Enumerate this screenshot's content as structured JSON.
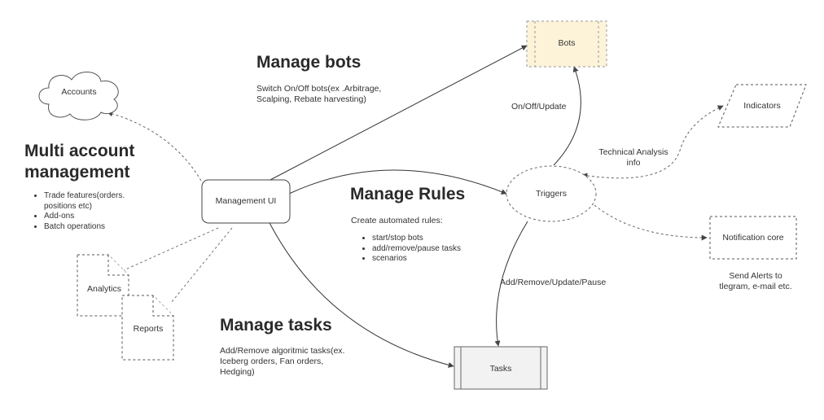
{
  "nodes": {
    "bots": "Bots",
    "accounts": "Accounts",
    "indicators": "Indicators",
    "management_ui": "Management UI",
    "triggers": "Triggers",
    "notification_core": "Notification core",
    "analytics": "Analytics",
    "reports": "Reports",
    "tasks": "Tasks"
  },
  "sections": {
    "manage_bots": {
      "title": "Manage bots",
      "desc_line1": "Switch On/Off bots(ex .Arbitrage,",
      "desc_line2": "Scalping, Rebate harvesting)"
    },
    "multi_account": {
      "title_line1": "Multi account",
      "title_line2": "management",
      "bullets": [
        "Trade features(orders.",
        "positions etc)",
        "Add-ons",
        "Batch operations"
      ]
    },
    "manage_rules": {
      "title": "Manage Rules",
      "intro": "Create automated rules:",
      "bullets": [
        "start/stop bots",
        "add/remove/pause tasks",
        "scenarios"
      ]
    },
    "manage_tasks": {
      "title": "Manage tasks",
      "desc_line1": "Add/Remove algoritmic tasks(ex.",
      "desc_line2": "Iceberg orders, Fan orders,",
      "desc_line3": "Hedging)"
    }
  },
  "edge_labels": {
    "on_off_update": "On/Off/Update",
    "technical_analysis_line1": "Technical Analysis",
    "technical_analysis_line2": "info",
    "add_remove_update_pause": "Add/Remove/Update/Pause",
    "send_alerts_line1": "Send Alerts to",
    "send_alerts_line2": "tlegram, e-mail etc."
  },
  "colors": {
    "bots_fill": "#fcf3d9",
    "tasks_fill": "#f2f2f2",
    "line": "#444444"
  }
}
